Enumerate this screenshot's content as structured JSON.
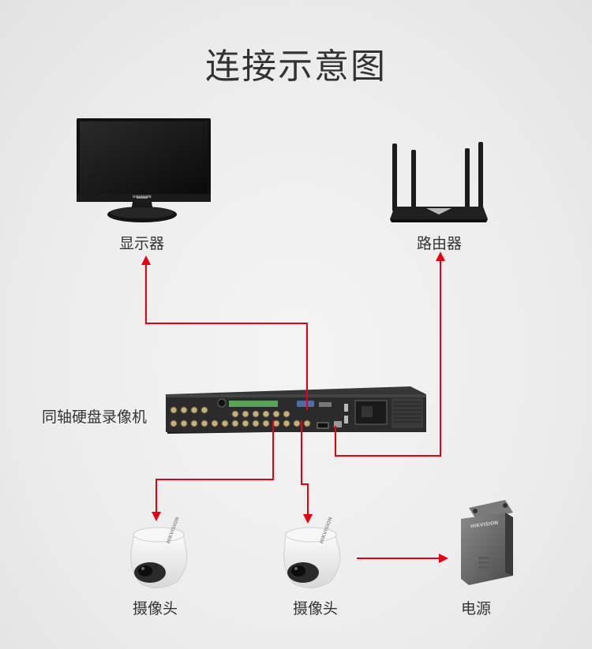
{
  "title": "连接示意图",
  "labels": {
    "monitor": "显示器",
    "router": "路由器",
    "dvr": "同轴硬盘录像机",
    "camera_left": "摄像头",
    "camera_right": "摄像头",
    "power": "电源"
  },
  "brand_text": "HIKVISION",
  "colors": {
    "line": "#e60012",
    "text": "#333333"
  }
}
